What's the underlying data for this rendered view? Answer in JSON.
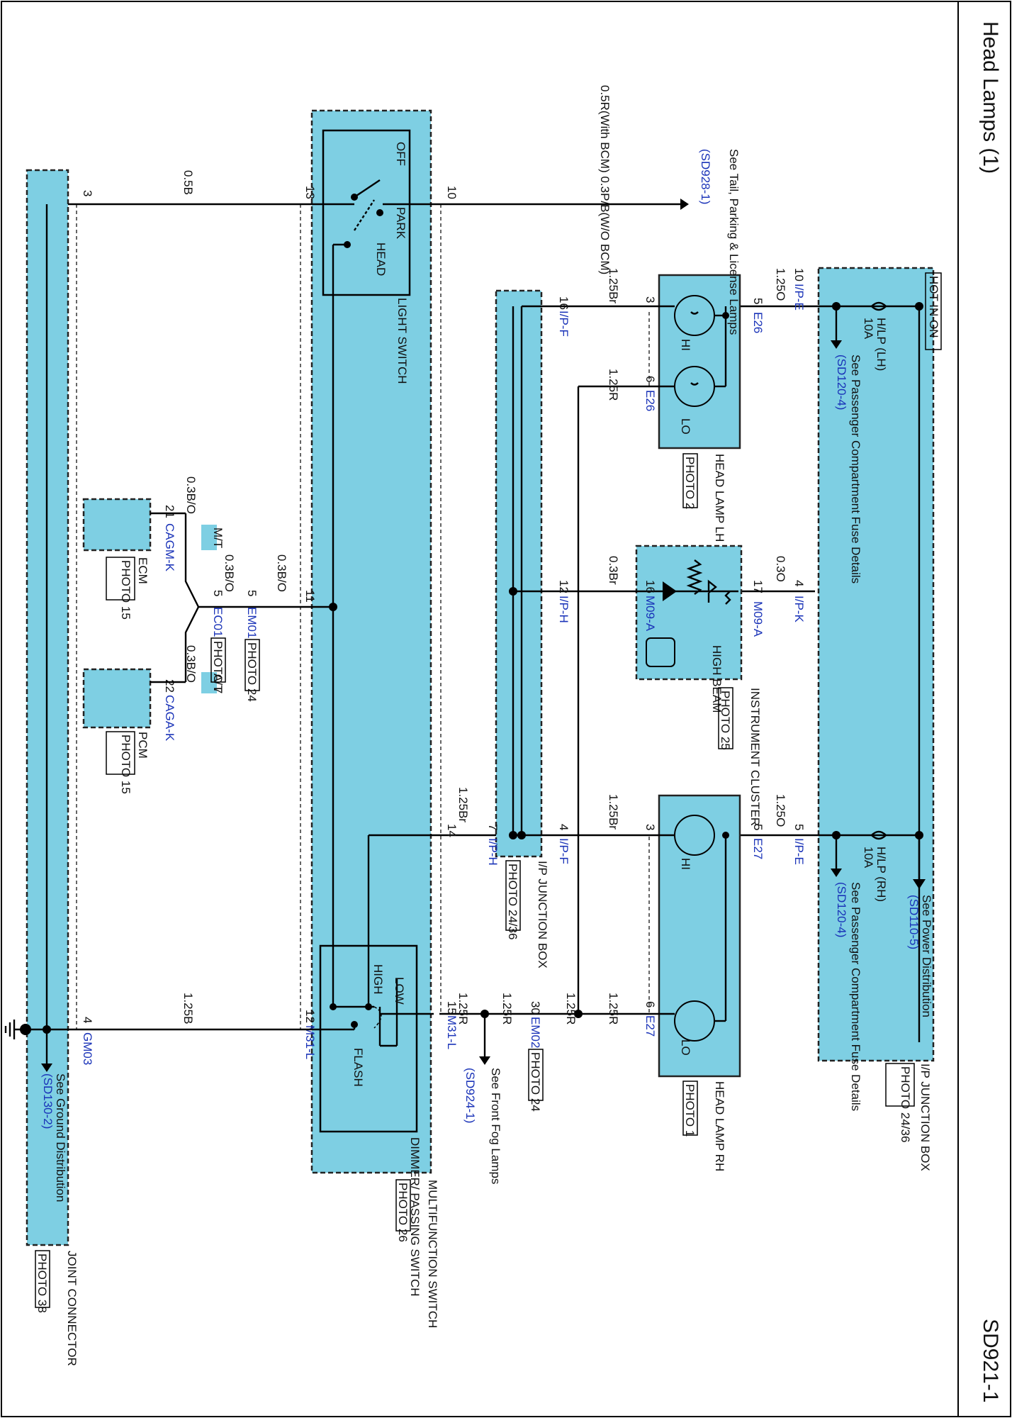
{
  "page": {
    "title": "Head Lamps (1)",
    "code": "SD921-1"
  },
  "components": {
    "ip_junction_box": {
      "name": "I/P JUNCTION BOX",
      "photo": "PHOTO 24/36",
      "hot": "HOT IN ON"
    },
    "power_dist": {
      "text": "See Power Distribution",
      "ref": "(SD110-5)"
    },
    "fuse_lh": {
      "name": "H/LP (LH)",
      "rating": "10A",
      "see": "See Passenger Compartment Fuse Details",
      "ref": "(SD120-4)"
    },
    "fuse_rh": {
      "name": "H/LP (RH)",
      "rating": "10A",
      "see": "See Passenger Compartment Fuse Details",
      "ref": "(SD120-4)"
    },
    "head_lamp_lh": {
      "name": "HEAD LAMP LH",
      "photo": "PHOTO 2",
      "hi": "HI",
      "lo": "LO"
    },
    "head_lamp_rh": {
      "name": "HEAD LAMP RH",
      "photo": "PHOTO 1",
      "hi": "HI",
      "lo": "LO"
    },
    "instrument_cluster": {
      "name": "INSTRUMENT CLUSTER",
      "photo": "PHOTO 25",
      "lamp": "HIGH BEAM"
    },
    "ip_junction_box_2": {
      "name": "I/P JUNCTION BOX",
      "photo": "PHOTO 24/36"
    },
    "tail_ref": {
      "text": "See Tail, Parking & License Lamps",
      "ref": "(SD928-1)"
    },
    "wire_10": {
      "label": "0.5R(With BCM) 0.3P/B(W/O BCM)"
    },
    "light_switch": {
      "name": "LIGHT SWITCH",
      "off": "OFF",
      "park": "PARK",
      "head": "HEAD"
    },
    "dimmer_switch": {
      "name": "DIMMER/ PASSING SWITCH",
      "low": "LOW",
      "high": "HIGH",
      "flash": "FLASH"
    },
    "multifunction": {
      "name": "MULTIFUNCTION SWITCH",
      "photo": "PHOTO 26"
    },
    "ecm": {
      "name": "ECM",
      "photo": "PHOTO 15",
      "conn": "CAGM-K",
      "pin": "21",
      "wire": "0.3B/O",
      "tag": "M/T"
    },
    "pcm": {
      "name": "PCM",
      "photo": "PHOTO 15",
      "conn": "CAGA-K",
      "pin": "22",
      "wire": "0.3B/O",
      "tag": "A/T"
    },
    "em01": {
      "conn": "EM01",
      "photo": "PHOTO 24"
    },
    "ec01": {
      "conn": "EC01",
      "photo": "PHOTO 7"
    },
    "em02": {
      "conn": "EM02",
      "photo": "PHOTO 24"
    },
    "fog_ref": {
      "text": "See Front Fog Lamps",
      "ref": "(SD924-1)"
    },
    "joint_connector": {
      "name": "JOINT CONNECTOR",
      "photo": "PHOTO 38"
    },
    "ground_ref": {
      "text": "See Ground Distribution",
      "ref": "(SD130-2)"
    }
  },
  "connectors": {
    "ipe": "I/P-E",
    "ipk": "I/P-K",
    "ipf": "I/P-F",
    "iph": "I/P-H",
    "e26": "E26",
    "e27": "E27",
    "m09a": "M09-A",
    "m31l": "M31-L",
    "gm03": "GM03"
  },
  "wires": {
    "w125o": "1.25O",
    "w03o": "0.3O",
    "w125br": "1.25Br",
    "w125r": "1.25R",
    "w03br": "0.3Br",
    "w05b": "0.5B",
    "w125b": "1.25B",
    "w03bo": "0.3B/O"
  },
  "pins": {
    "p10": "10",
    "p5": "5",
    "p3": "3",
    "p6": "6",
    "p16": "16",
    "p4": "4",
    "p17": "17",
    "p12": "12",
    "p7": "7",
    "p13": "13",
    "p11": "11",
    "p14": "14",
    "p15": "15",
    "p30": "30"
  }
}
